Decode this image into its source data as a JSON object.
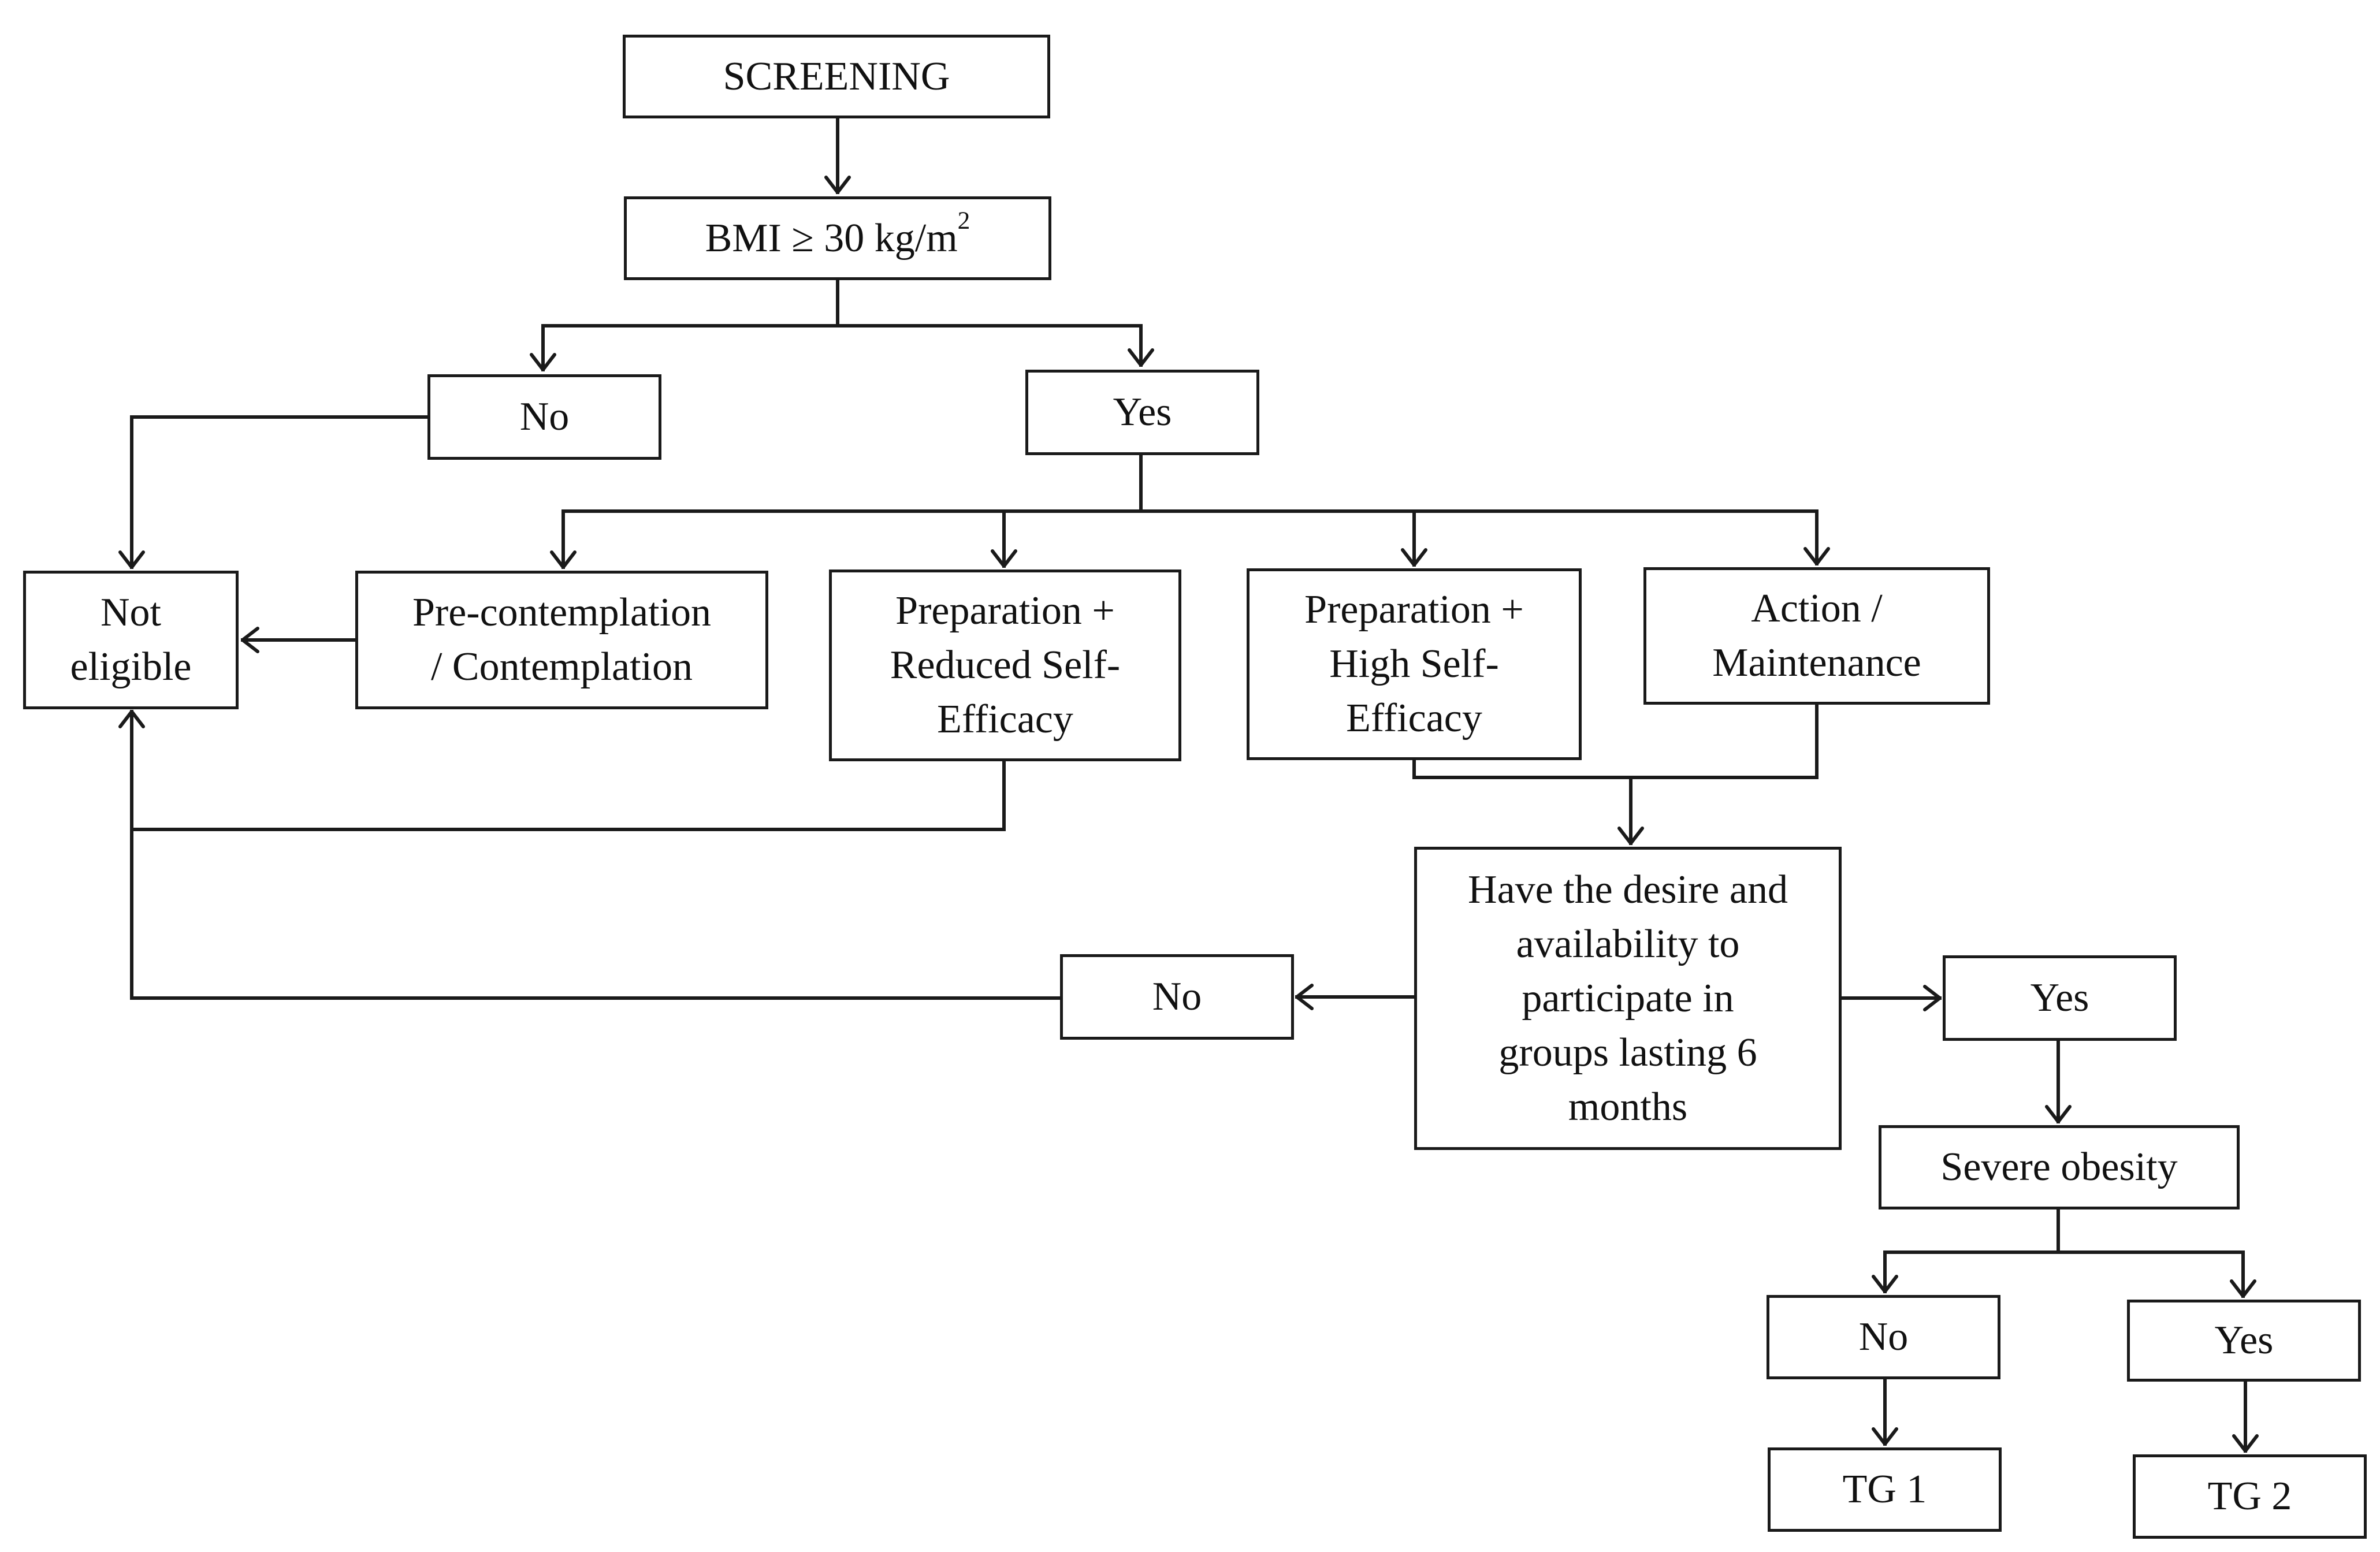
{
  "nodes": {
    "screening": "SCREENING",
    "bmi": {
      "prefix": "BMI ≥ 30 kg/m",
      "superscript": "2"
    },
    "bmi_no": "No",
    "bmi_yes": "Yes",
    "not_eligible": [
      "Not",
      "eligible"
    ],
    "precontemplation": [
      "Pre-contemplation",
      "/ Contemplation"
    ],
    "prep_reduced": [
      "Preparation +",
      "Reduced Self-",
      "Efficacy"
    ],
    "prep_high": [
      "Preparation +",
      "High Self-",
      "Efficacy"
    ],
    "action_maintenance": [
      "Action /",
      "Maintenance"
    ],
    "desire": [
      "Have the desire and",
      "availability to",
      "participate in",
      "groups lasting 6",
      "months"
    ],
    "desire_no": "No",
    "desire_yes": "Yes",
    "severe_obesity": "Severe obesity",
    "obesity_no": "No",
    "obesity_yes": "Yes",
    "tg1": "TG 1",
    "tg2": "TG 2"
  }
}
